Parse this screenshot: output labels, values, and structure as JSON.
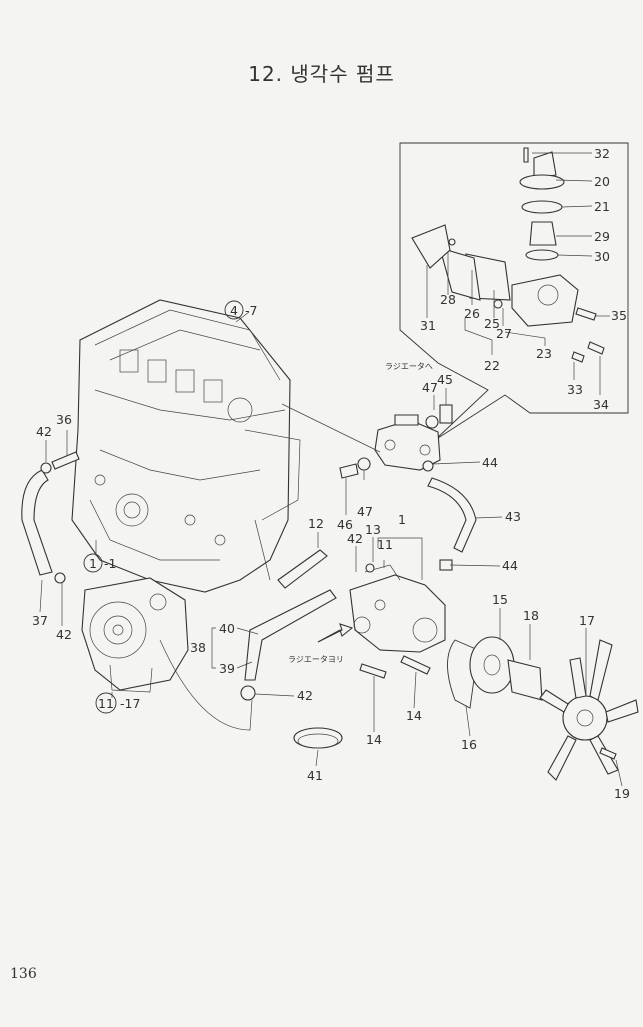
{
  "title": "12. 냉각수 펌프",
  "page_number": "136",
  "annotations": {
    "to_radiator": "ラジエータへ",
    "from_radiator": "ラジエータヨリ"
  },
  "callouts": [
    {
      "id": "c-32",
      "text": "32"
    },
    {
      "id": "c-20",
      "text": "20"
    },
    {
      "id": "c-21",
      "text": "21"
    },
    {
      "id": "c-29",
      "text": "29"
    },
    {
      "id": "c-30",
      "text": "30"
    },
    {
      "id": "c-28",
      "text": "28"
    },
    {
      "id": "c-26",
      "text": "26"
    },
    {
      "id": "c-25",
      "text": "25"
    },
    {
      "id": "c-27",
      "text": "27"
    },
    {
      "id": "c-31",
      "text": "31"
    },
    {
      "id": "c-22",
      "text": "22"
    },
    {
      "id": "c-23",
      "text": "23"
    },
    {
      "id": "c-35",
      "text": "35"
    },
    {
      "id": "c-33",
      "text": "33"
    },
    {
      "id": "c-34",
      "text": "34"
    },
    {
      "id": "c-47a",
      "text": "47"
    },
    {
      "id": "c-45",
      "text": "45"
    },
    {
      "id": "c-44a",
      "text": "44"
    },
    {
      "id": "c-43",
      "text": "43"
    },
    {
      "id": "c-44b",
      "text": "44"
    },
    {
      "id": "c-46",
      "text": "46"
    },
    {
      "id": "c-47b",
      "text": "47"
    },
    {
      "id": "c-36",
      "text": "36"
    },
    {
      "id": "c-42a",
      "text": "42"
    },
    {
      "id": "c-37",
      "text": "37"
    },
    {
      "id": "c-42b",
      "text": "42"
    },
    {
      "id": "c-12",
      "text": "12"
    },
    {
      "id": "c-13",
      "text": "13"
    },
    {
      "id": "c-42c",
      "text": "42"
    },
    {
      "id": "c-1",
      "text": "1"
    },
    {
      "id": "c-11",
      "text": "11"
    },
    {
      "id": "c-40",
      "text": "40"
    },
    {
      "id": "c-38",
      "text": "38"
    },
    {
      "id": "c-39",
      "text": "39"
    },
    {
      "id": "c-42d",
      "text": "42"
    },
    {
      "id": "c-41",
      "text": "41"
    },
    {
      "id": "c-14a",
      "text": "14"
    },
    {
      "id": "c-14b",
      "text": "14"
    },
    {
      "id": "c-16",
      "text": "16"
    },
    {
      "id": "c-15",
      "text": "15"
    },
    {
      "id": "c-18",
      "text": "18"
    },
    {
      "id": "c-17",
      "text": "17"
    },
    {
      "id": "c-19",
      "text": "19"
    }
  ],
  "circled_refs": [
    {
      "id": "r-4",
      "num": "4",
      "suffix": "-7"
    },
    {
      "id": "r-1",
      "num": "1",
      "suffix": "-1"
    },
    {
      "id": "r-11",
      "num": "11",
      "suffix": "-17"
    }
  ]
}
